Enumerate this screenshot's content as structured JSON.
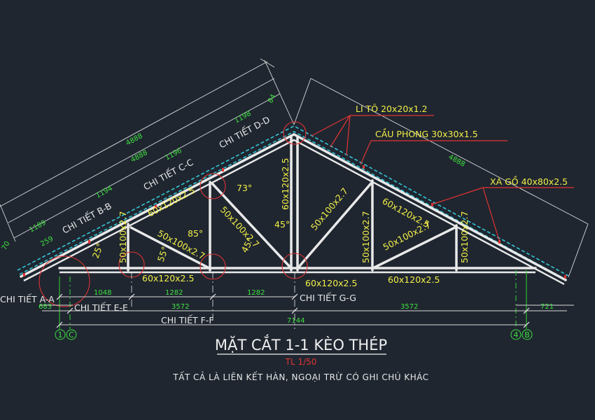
{
  "colors": {
    "background": "#1f2630",
    "member": "#e9e9e9",
    "purlin": "#33c7d6",
    "leader": "#e23333",
    "dimension_text": "#3fe03f",
    "section_text": "#f2ef47",
    "detail_text": "#e9e9e9"
  },
  "title": {
    "main": "MẶT CẮT 1-1 KÈO THÉP",
    "scale": "TL 1/50",
    "note": "TẤT CẢ LÀ LIÊN KẾT HÀN, NGOẠI TRỪ CÓ GHI CHÚ KHÁC"
  },
  "roof_components": {
    "batten": "LI TÔ 20x20x1.2",
    "rafter": "CẦU PHONG 30x30x1.5",
    "purlin": "XÀ GỒ 40x80x2.5"
  },
  "members": {
    "top_chord_left_1": "60x120x2.5",
    "top_chord_right_1": "60x120x2.5",
    "king_post": "60x120x2.5",
    "diag_left_lower": "50x100x2.7",
    "diag_left_upper": "50x100x2.7",
    "diag_right_upper": "50x100x2.7",
    "diag_right_lower": "50x100x2.7",
    "vert_left": "50x100x2.7",
    "vert_right_inner": "50x100x2.7",
    "vert_right_outer": "50x100x2.7",
    "bottom_chord_left": "60x120x2.5",
    "bottom_chord_center": "60x120x2.5",
    "bottom_chord_right": "60x120x2.5"
  },
  "details": {
    "a": "CHI TIẾT A-A",
    "b": "CHI TIẾT B-B",
    "c": "CHI TIẾT C-C",
    "d": "CHI TIẾT D-D",
    "e": "CHI TIẾT E-E",
    "f": "CHI TIẾT F-F",
    "g": "CHI TIẾT G-G"
  },
  "angles": {
    "a1": "73°",
    "a2": "45°",
    "a3": "45°",
    "a4": "85°",
    "a5": "55°",
    "a6": "25°"
  },
  "dimensions": {
    "slope_total_outer": "4888",
    "slope_total_inner": "4888",
    "slope_right": "4888",
    "seg_1": "1189",
    "seg_2": "1194",
    "seg_3": "1196",
    "seg_4": "1198",
    "tip": "84",
    "eave": "259",
    "eave_small": "70",
    "bottom_1": "1048",
    "bottom_2": "1282",
    "bottom_3": "1282",
    "half_left": "3572",
    "half_right": "3572",
    "total": "7144",
    "left_overhang": "683",
    "right_overhang": "721"
  },
  "axes": {
    "a1": "1",
    "a2": "C",
    "a3": "4",
    "a4": "B"
  }
}
